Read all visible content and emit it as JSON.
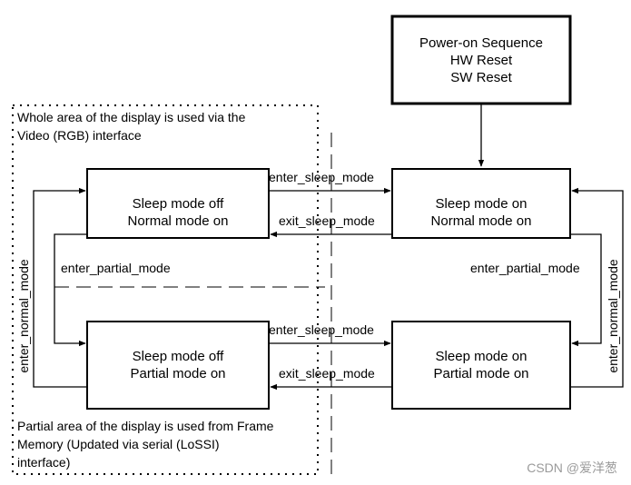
{
  "power_box": {
    "lines": [
      "Power-on Sequence",
      "HW Reset",
      "SW Reset"
    ]
  },
  "states": {
    "sleep_off_normal": [
      "Sleep mode off",
      "Normal mode on"
    ],
    "sleep_on_normal": [
      "Sleep mode on",
      "Normal mode on"
    ],
    "sleep_off_partial": [
      "Sleep mode off",
      "Partial mode on"
    ],
    "sleep_on_partial": [
      "Sleep mode on",
      "Partial mode on"
    ]
  },
  "transitions": {
    "enter_sleep_top": "enter_sleep_mode",
    "exit_sleep_top": "exit_sleep_mode",
    "enter_sleep_bottom": "enter_sleep_mode",
    "exit_sleep_bottom": "exit_sleep_mode",
    "enter_partial_left": "enter_partial_mode",
    "enter_partial_right": "enter_partial_mode",
    "enter_normal_left": "enter_normal_mode",
    "enter_normal_right": "enter_normal_mode"
  },
  "regions": {
    "whole_area": [
      "Whole area of the display is used via the",
      "Video (RGB) interface"
    ],
    "partial_area": [
      "Partial area of the display is used from Frame",
      "Memory (Updated via serial (LoSSI)",
      "interface)"
    ]
  },
  "watermark": "CSDN @爱洋葱"
}
